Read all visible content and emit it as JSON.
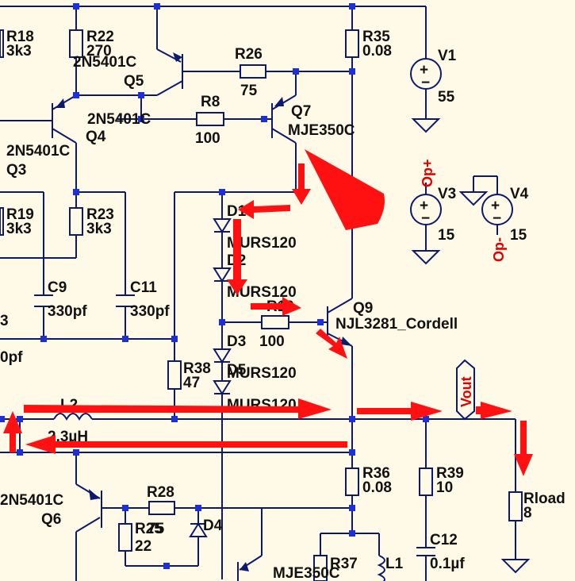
{
  "net_labels": {
    "vout": "Vout",
    "op_plus": "Op+",
    "op_minus": "Op-"
  },
  "offpage": {
    "left_top": "3",
    "left_mid": "0pf"
  },
  "components": {
    "r18": {
      "ref": "R18",
      "value": "3k3"
    },
    "r22": {
      "ref": "R22",
      "value": "270"
    },
    "q5": {
      "ref": "Q5",
      "model": "2N5401C"
    },
    "r26": {
      "ref": "R26",
      "value": "75"
    },
    "r35": {
      "ref": "R35",
      "value": "0.08"
    },
    "v1": {
      "ref": "V1",
      "value": "55"
    },
    "r8": {
      "ref": "R8",
      "value": "100"
    },
    "q4": {
      "ref": "Q4",
      "model": "2N5401C"
    },
    "q7": {
      "ref": "Q7",
      "model": "MJE350C"
    },
    "q3": {
      "ref": "Q3",
      "model": "2N5401C"
    },
    "r19": {
      "ref": "R19",
      "value": "3k3"
    },
    "r23": {
      "ref": "R23",
      "value": "3k3"
    },
    "d1": {
      "ref": "D1",
      "model": "MURS120"
    },
    "d2": {
      "ref": "D2",
      "model": "MURS120"
    },
    "v3": {
      "ref": "V3",
      "value": "15"
    },
    "v4": {
      "ref": "V4",
      "value": "15"
    },
    "c9": {
      "ref": "C9",
      "value": "330pf"
    },
    "c11": {
      "ref": "C11",
      "value": "330pf"
    },
    "r10": {
      "ref": "R10",
      "value": "100"
    },
    "q9": {
      "ref": "Q9",
      "model": "NJL3281_Cordell"
    },
    "d3": {
      "ref": "D3",
      "model": "MURS120"
    },
    "r38": {
      "ref": "R38",
      "value": "47"
    },
    "d5": {
      "ref": "D5",
      "model": "MURS120"
    },
    "l2": {
      "ref": "L2",
      "value": "2.3µH"
    },
    "q6": {
      "ref": "Q6",
      "model": "2N5401C"
    },
    "r28": {
      "ref": "R28",
      "value": "75"
    },
    "r25": {
      "ref": "R25",
      "value": "22"
    },
    "d4": {
      "ref": "D4"
    },
    "r36": {
      "ref": "R36",
      "value": "0.08"
    },
    "r39": {
      "ref": "R39",
      "value": "10"
    },
    "rload": {
      "ref": "Rload",
      "value": "8"
    },
    "c12": {
      "ref": "C12",
      "value": "0.1µf"
    },
    "r37": {
      "ref": "R37"
    },
    "l1": {
      "ref": "L1"
    },
    "q8": {
      "model": "MJE350C"
    }
  },
  "colors": {
    "background": "#fff9e8",
    "wire": "#0b1a6e",
    "junction": "#1d2fd6",
    "annotation": "#ff1111",
    "net_label": "#e00000"
  }
}
